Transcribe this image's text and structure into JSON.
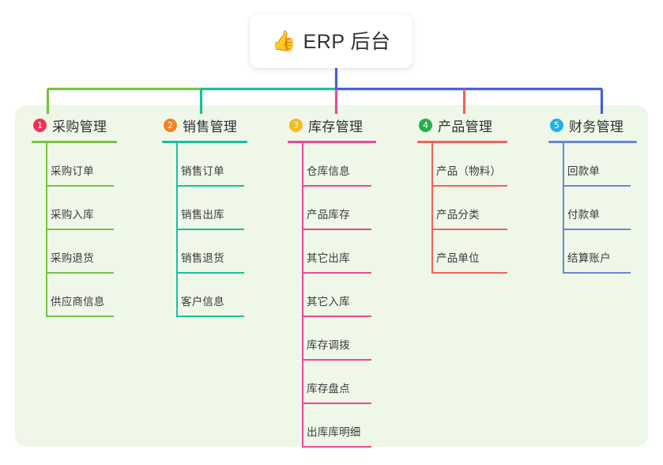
{
  "root": {
    "emoji": "👍",
    "emoji_name": "thumbs-up-emoji",
    "label": "ERP 后台"
  },
  "theme": {
    "page_background": "#ffffff",
    "panel_background": "#eef7e8",
    "card_background": "#ffffff",
    "text_color": "#2f3033",
    "item_text_color": "#3a3b3e",
    "bus_left_color": "#7ac143",
    "bus_mid_color": "#16c0a0",
    "bus_right_color": "#4560d8"
  },
  "columns": [
    {
      "number": "1",
      "title": "采购管理",
      "badge_color": "#f0305a",
      "line_color": "#7ac143",
      "rule_width": 108,
      "item_underline_width": 86,
      "items": [
        {
          "label": "采购订单"
        },
        {
          "label": "采购入库"
        },
        {
          "label": "采购退货"
        },
        {
          "label": "供应商信息"
        }
      ]
    },
    {
      "number": "2",
      "title": "销售管理",
      "badge_color": "#f58220",
      "line_color": "#16c0a0",
      "rule_width": 108,
      "item_underline_width": 86,
      "items": [
        {
          "label": "销售订单"
        },
        {
          "label": "销售出库"
        },
        {
          "label": "销售退货"
        },
        {
          "label": "客户信息"
        }
      ]
    },
    {
      "number": "3",
      "title": "库存管理",
      "badge_color": "#f5bb1d",
      "line_color": "#ec4899",
      "rule_width": 112,
      "item_underline_width": 88,
      "items": [
        {
          "label": "仓库信息"
        },
        {
          "label": "产品库存"
        },
        {
          "label": "其它出库"
        },
        {
          "label": "其它入库"
        },
        {
          "label": "库存调拨"
        },
        {
          "label": "库存盘点"
        },
        {
          "label": "出库库明细"
        }
      ]
    },
    {
      "number": "4",
      "title": "产品管理",
      "badge_color": "#22b14c",
      "line_color": "#f4615c",
      "rule_width": 114,
      "item_underline_width": 96,
      "items": [
        {
          "label": "产品（物料）"
        },
        {
          "label": "产品分类"
        },
        {
          "label": "产品单位"
        }
      ]
    },
    {
      "number": "5",
      "title": "财务管理",
      "badge_color": "#22b1e6",
      "line_color": "#6a86d8",
      "rule_width": 112,
      "item_underline_width": 86,
      "items": [
        {
          "label": "回款单"
        },
        {
          "label": "付款单"
        },
        {
          "label": "结算账户"
        }
      ]
    }
  ]
}
